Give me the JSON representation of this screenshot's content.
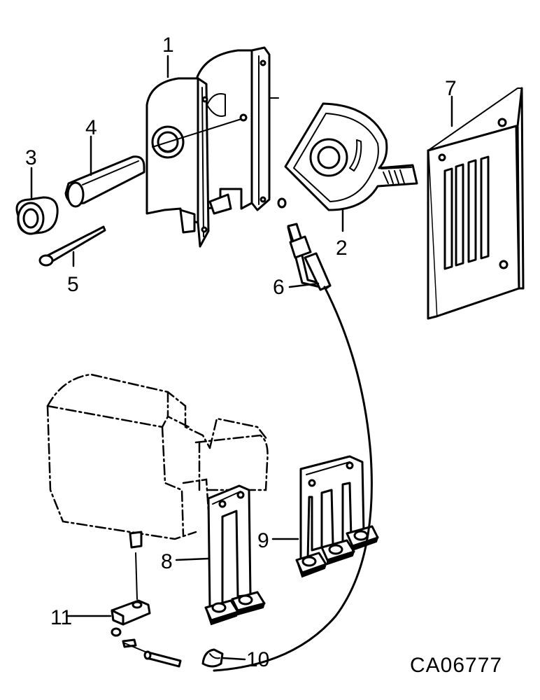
{
  "diagram": {
    "figure_code": "CA06777",
    "callouts": [
      {
        "id": "1",
        "label": "1"
      },
      {
        "id": "2",
        "label": "2"
      },
      {
        "id": "3",
        "label": "3"
      },
      {
        "id": "4",
        "label": "4"
      },
      {
        "id": "5",
        "label": "5"
      },
      {
        "id": "6",
        "label": "6"
      },
      {
        "id": "7",
        "label": "7"
      },
      {
        "id": "8",
        "label": "8"
      },
      {
        "id": "9",
        "label": "9"
      },
      {
        "id": "10",
        "label": "10"
      },
      {
        "id": "11",
        "label": "11"
      }
    ]
  }
}
